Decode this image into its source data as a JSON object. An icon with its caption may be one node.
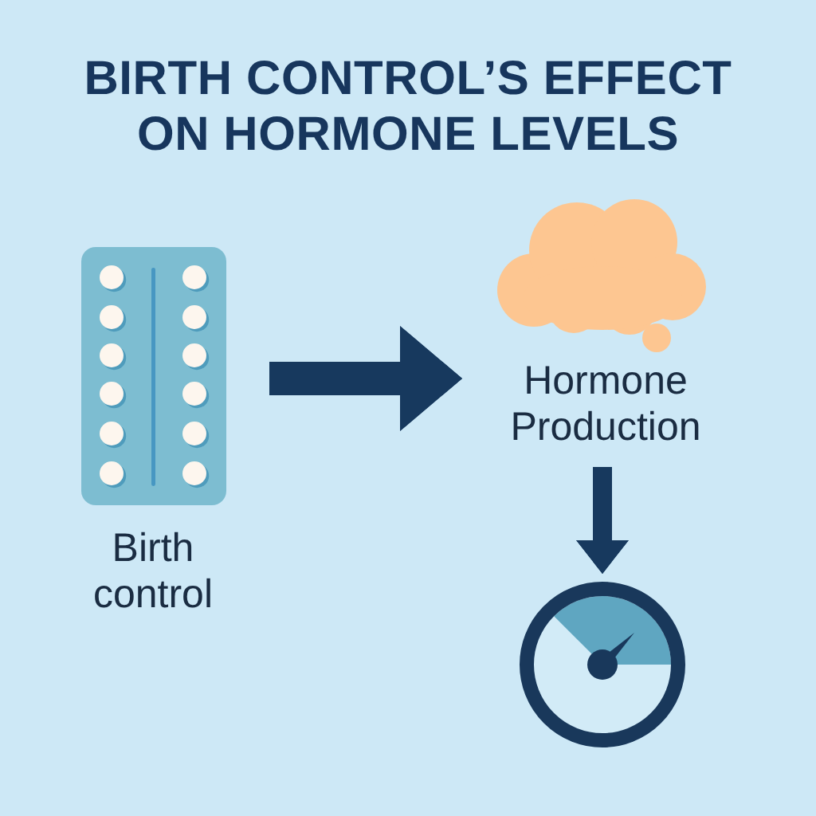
{
  "diagram": {
    "title": "BIRTH CONTROL’S EFFECT ON HORMONE LEVELS",
    "nodes": [
      {
        "text": [
          "Birth control"
        ]
      },
      {
        "text": [
          "Hormone Production"
        ]
      },
      {
        "text": [],
        "shape": "picture"
      }
    ],
    "edges": [
      {
        "from": 0,
        "to": 1,
        "arrow": "to"
      },
      {
        "from": 1,
        "to": 2,
        "arrow": "to"
      }
    ]
  }
}
